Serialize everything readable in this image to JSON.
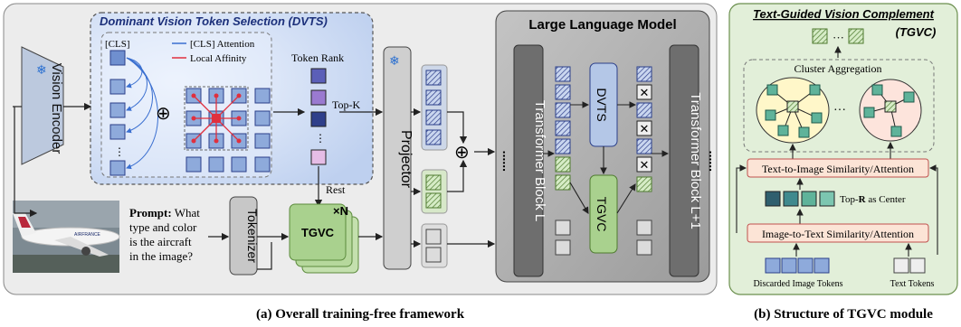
{
  "panel_a": {
    "caption": "(a) Overall training-free framework",
    "vision_encoder": "Vision Encoder",
    "dvts": {
      "title": "Dominant Vision Token Selection (DVTS)",
      "cls_label": "[CLS]",
      "legend_attention": "[CLS] Attention",
      "legend_affinity": "Local Affinity",
      "token_rank": "Token Rank",
      "top_k": "Top-K",
      "rest": "Rest"
    },
    "prompt": {
      "bold": "Prompt:",
      "line1": "What",
      "line2": "type and color",
      "line3": "is the aircraft",
      "line4": "in the image?"
    },
    "airplane_text": "AIRFRANCE",
    "tokenizer": "Tokenizer",
    "tgvc_stack": {
      "label": "TGVC",
      "multiplier": "×N"
    },
    "projector": "Projector",
    "llm": {
      "title": "Large Language Model",
      "block_l": "Transformer Block L",
      "block_l1": "Transformer Block L+1",
      "dvts": "DVTS",
      "tgvc": "TGVC",
      "dots": "......"
    }
  },
  "panel_b": {
    "caption": "(b) Structure of TGVC module",
    "title": "Text-Guided Vision Complement",
    "subtitle": "(TGVC)",
    "cluster_aggregation": "Cluster Aggregation",
    "ellipsis": "···",
    "t2i": "Text-to-Image Similarity/Attention",
    "top_r_prefix": "Top-",
    "top_r_bold": "R",
    "top_r_suffix": " as Center",
    "i2t": "Image-to-Text Similarity/Attention",
    "discarded": "Discarded Image Tokens",
    "text_tokens": "Text Tokens"
  },
  "colors": {
    "panel_bg": "#ebebeb",
    "dvts_bg": "#c9d8f0",
    "llm_bg": "#a8a8a8",
    "token_blue": "#8eaadb",
    "token_dark": "#2f3f8a",
    "token_purple": "#8a6cc5",
    "token_pink": "#e4b9e4",
    "tgvc_green": "#a9d18e",
    "panel_b_bg": "#e2efd9",
    "sim_box": "#fce4d6",
    "teal": "#3fa08e"
  }
}
